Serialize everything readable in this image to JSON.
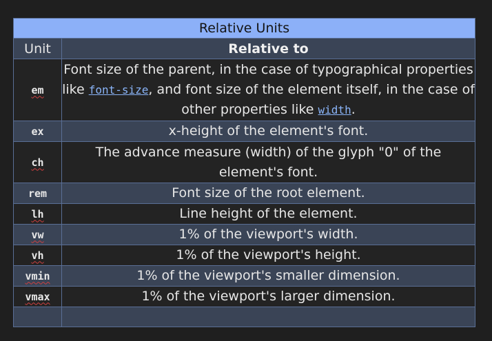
{
  "table": {
    "title": "Relative Units",
    "header": {
      "unit": "Unit",
      "relative_to": "Relative to"
    },
    "rows": [
      {
        "unit": "em",
        "pre": "Font size of the parent, in the case of typographical properties like ",
        "code1": "font-size",
        "mid": ", and font size of the element itself, in the case of other properties like ",
        "code2": "width",
        "post": "."
      },
      {
        "unit": "ex",
        "text": "x-height of the element's font."
      },
      {
        "unit": "ch",
        "text": "The advance measure (width) of the glyph \"0\" of the element's font."
      },
      {
        "unit": "rem",
        "text": "Font size of the root element."
      },
      {
        "unit": "lh",
        "text": "Line height of the element."
      },
      {
        "unit": "vw",
        "text": "1% of the viewport's width."
      },
      {
        "unit": "vh",
        "text": "1% of the viewport's height."
      },
      {
        "unit": "vmin",
        "text": "1% of the viewport's smaller dimension."
      },
      {
        "unit": "vmax",
        "text": "1% of the viewport's larger dimension."
      }
    ]
  },
  "colors": {
    "title_bg": "#8cb0f8",
    "row_alt_bg": "#3a4456",
    "row_bg": "#232323",
    "border": "#5a6f96",
    "link": "#8ab4f8",
    "spell_underline": "#d04040"
  }
}
